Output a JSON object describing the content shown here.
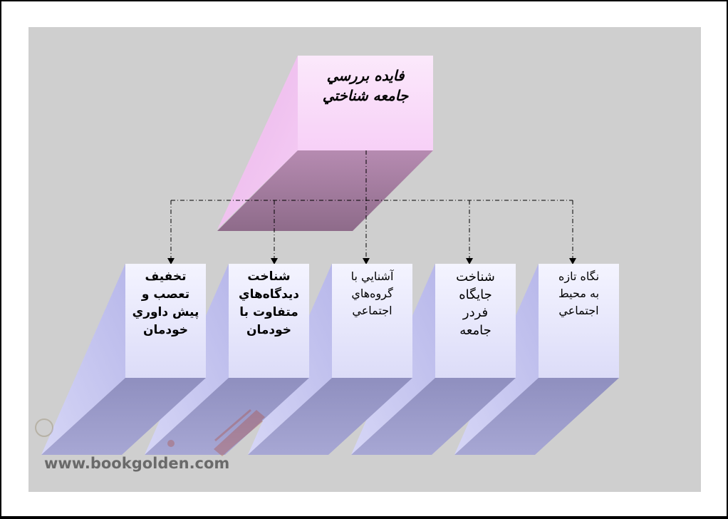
{
  "root": {
    "label": "فايده بررسي\nجامعه شناختي"
  },
  "children": [
    {
      "label": "تخفيف\nتعصب و\nپيش داوري\nخودمان",
      "style": "bold"
    },
    {
      "label": "شناخت\nديدگاه‌هاي\nمتفاوت با\nخودمان",
      "style": "bold"
    },
    {
      "label": "آشنايي با\nگروه‌هاي\nاجتماعي",
      "style": "normal"
    },
    {
      "label": "شناخت\nجايگاه\nفردر\nجامعه",
      "style": "mixed"
    },
    {
      "label": "نگاه تازه\nبه محيط\nاجتماعي",
      "style": "normal"
    }
  ],
  "watermark": {
    "url": "www.bookgolden.com"
  },
  "colors": {
    "background": "#cfcfcf",
    "root_fill": "#f7d0f7",
    "root_shadow": "#9e6f9a",
    "child_fill": "#e8e8fc",
    "child_shadow": "#9a9ac8",
    "connector": "#000000"
  }
}
